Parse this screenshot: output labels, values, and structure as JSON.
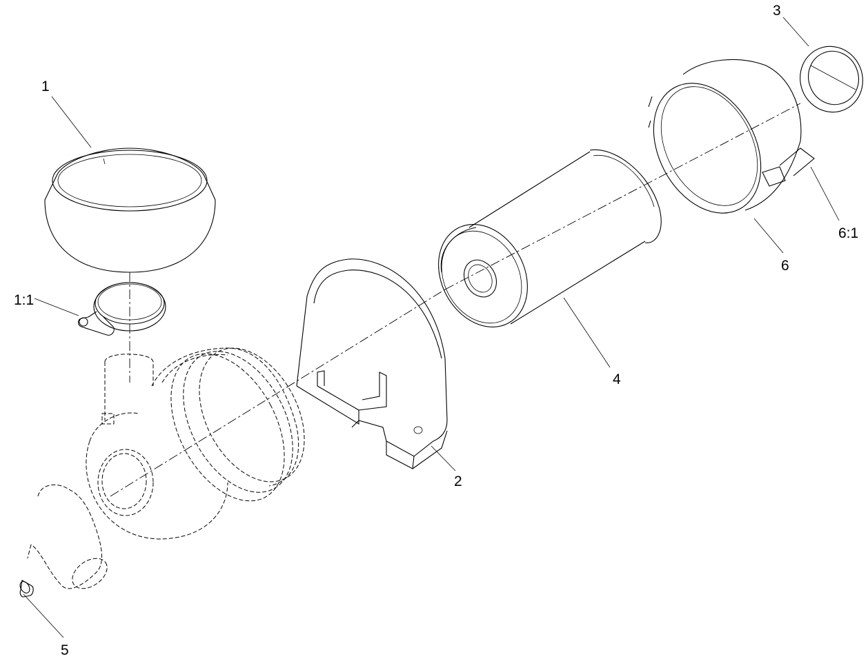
{
  "callouts": [
    {
      "id": "c1",
      "label": "1"
    },
    {
      "id": "c1_1",
      "label": "1:1"
    },
    {
      "id": "c2",
      "label": "2"
    },
    {
      "id": "c3",
      "label": "3"
    },
    {
      "id": "c4",
      "label": "4"
    },
    {
      "id": "c5",
      "label": "5"
    },
    {
      "id": "c6",
      "label": "6"
    },
    {
      "id": "c6_1",
      "label": "6:1"
    }
  ]
}
